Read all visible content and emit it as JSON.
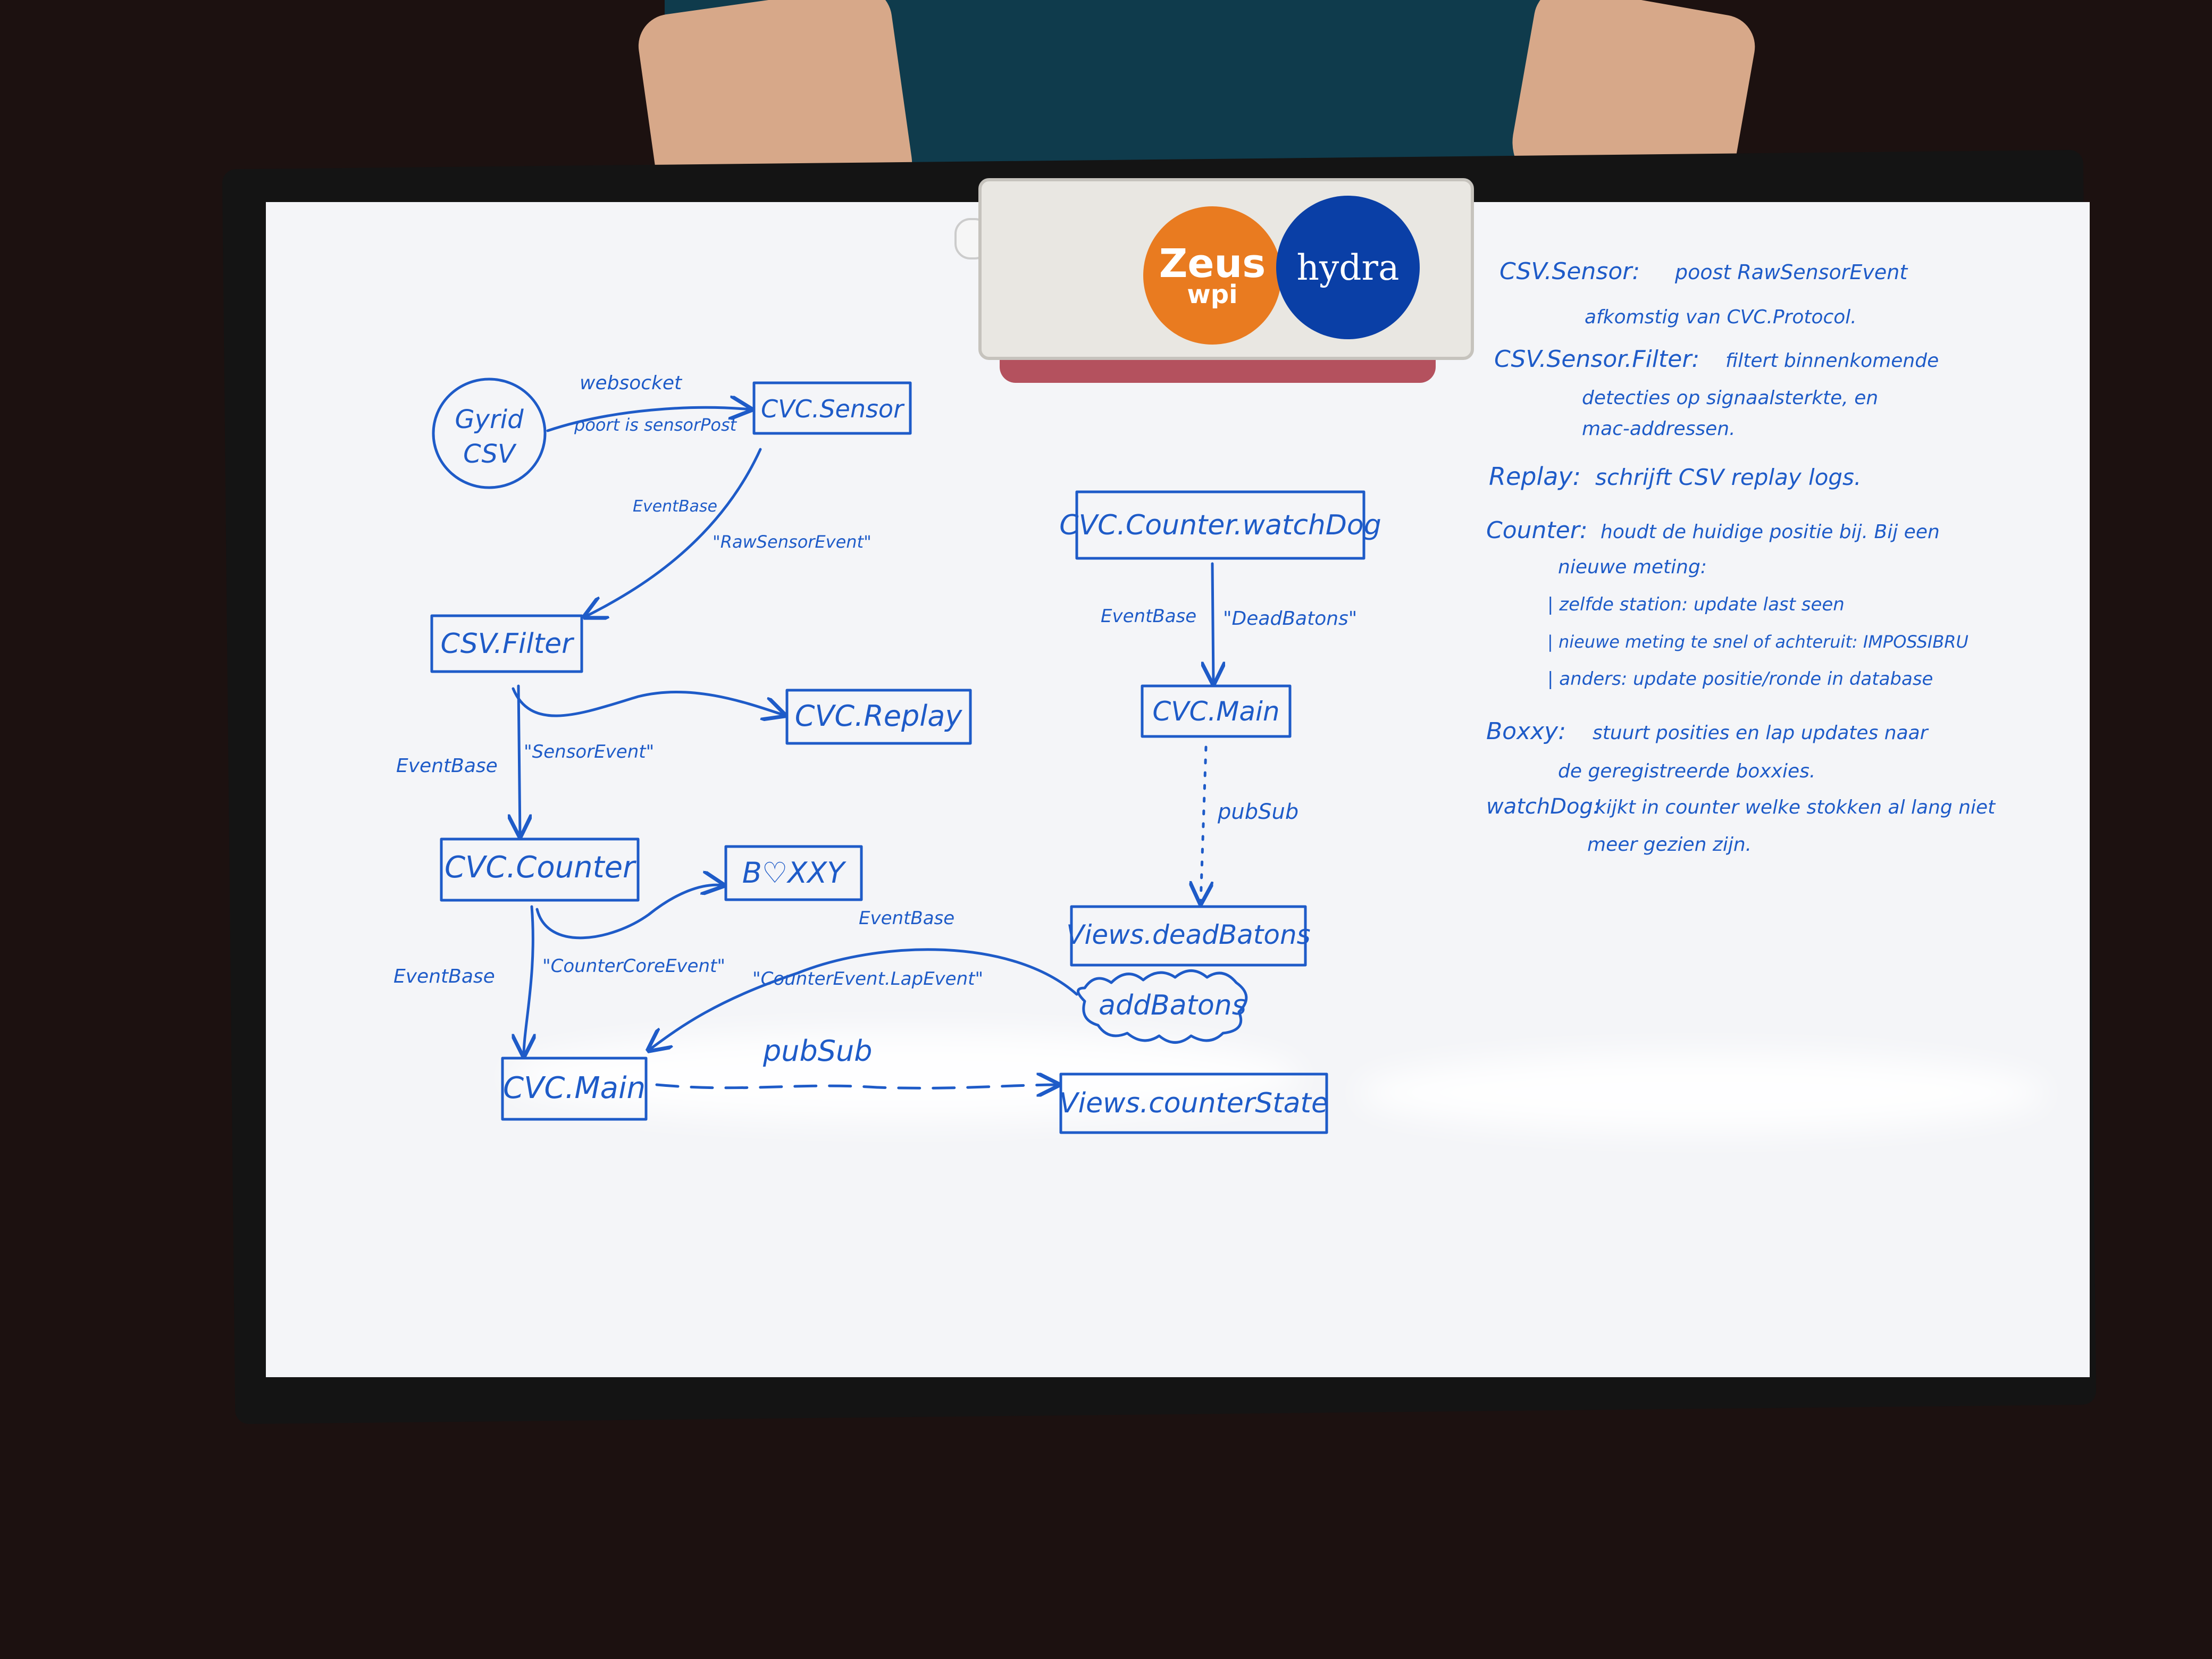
{
  "diagram": {
    "nodes": {
      "gyrid_csv": {
        "line1": "Gyrid",
        "line2": "CSV"
      },
      "cvc_sensor": "CVC.Sensor",
      "csv_filter": "CSV.Filter",
      "cvc_replay": "CVC.Replay",
      "cvc_counter": "CVC.Counter",
      "boxxy": "B♡XXY",
      "cvc_main_left": "CVC.Main",
      "views_counter_state": "Views.counterState",
      "cvc_counter_watchdog": "CVC.Counter.watchDog",
      "cvc_main_right": "CVC.Main",
      "views_dead_batons": "Views.deadBatons",
      "add_batons": "addBatons"
    },
    "edge_labels": {
      "websocket": "websocket",
      "poort_is_sensorpost": "poort is sensorPost",
      "eventbase_1": "EventBase",
      "raw_sensor_event": "\"RawSensorEvent\"",
      "eventbase_2": "EventBase",
      "sensor_event": "\"SensorEvent\"",
      "eventbase_3": "EventBase",
      "counter_core_event": "\"CounterCoreEvent\"",
      "eventbase_4": "EventBase",
      "counter_event_lap_event": "\"CounterEvent.LapEvent\"",
      "pubsub_left": "pubSub",
      "eventbase_5": "EventBase",
      "dead_batons": "\"DeadBatons\"",
      "pubsub_right": "pubSub"
    },
    "notes": [
      {
        "term": "CSV.Sensor:",
        "lines": [
          "poost RawSensorEvent",
          "afkomstig van CVC.Protocol."
        ]
      },
      {
        "term": "CSV.Sensor.Filter:",
        "lines": [
          "filtert binnenkomende",
          "detecties op signaalsterkte, en",
          "mac-addressen."
        ]
      },
      {
        "term": "Replay:",
        "lines": [
          "schrijft CSV replay logs."
        ]
      },
      {
        "term": "Counter:",
        "lines": [
          "houdt de huidige positie bij. Bij een",
          "nieuwe meting:",
          "| zelfde station: update last seen",
          "| nieuwe meting te snel of achteruit: IMPOSSIBRU",
          "| anders: update positie/ronde in database"
        ]
      },
      {
        "term": "Boxxy:",
        "lines": [
          "stuurt posities en lap updates naar",
          "de geregistreerde boxxies."
        ]
      },
      {
        "term": "watchDog:",
        "lines": [
          "kijkt in counter welke stokken al lang niet",
          "meer gezien zijn."
        ]
      }
    ]
  },
  "eraser": {
    "logo_left_main": "Zeus",
    "logo_left_sub": "wpi",
    "logo_right": "hydra",
    "left_color": "#e97b20",
    "right_color": "#0a3fa6"
  },
  "colors": {
    "ink": "#1e5bc8",
    "board": "#f4f5f8",
    "frame": "#141414"
  }
}
